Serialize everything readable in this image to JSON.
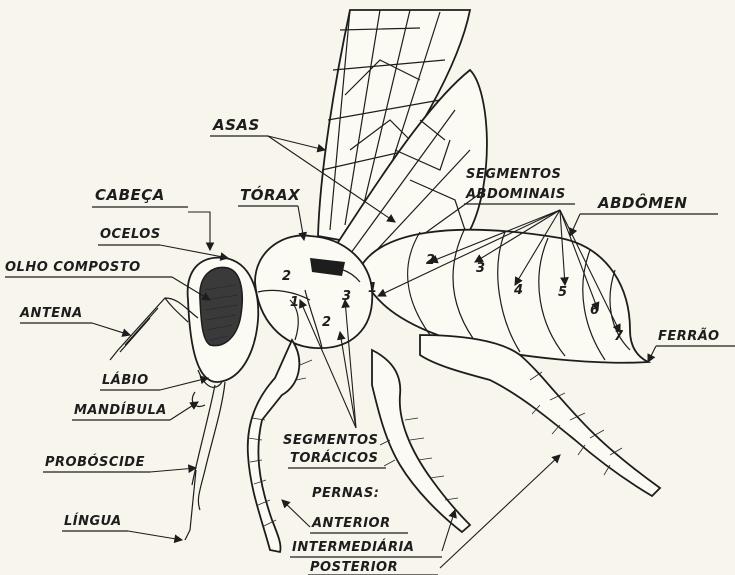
{
  "labels": {
    "cabeca": "CABEÇA",
    "ocelos": "OCELOS",
    "olho_composto": "OLHO COMPOSTO",
    "antena": "ANTENA",
    "labio": "LÁBIO",
    "mandibula": "MANDÍBULA",
    "proboscide": "PROBÓSCIDE",
    "lingua": "LÍNGUA",
    "asas": "ASAS",
    "torax": "TÓRAX",
    "segmentos_abdominais_1": "SEGMENTOS",
    "segmentos_abdominais_2": "ABDOMINAIS",
    "abdomen": "ABDÔMEN",
    "ferrao": "FERRÃO",
    "segmentos_toracicos_1": "SEGMENTOS",
    "segmentos_toracicos_2": "TORÁCICOS",
    "pernas": "PERNAS:",
    "anterior": "ANTERIOR",
    "intermediaria": "INTERMEDIÁRIA",
    "posterior": "POSTERIOR"
  },
  "thorax_numbers": [
    "2",
    "1",
    "2",
    "3",
    "1"
  ],
  "abdomen_numbers": [
    "2",
    "3",
    "4",
    "5",
    "6",
    "7"
  ]
}
